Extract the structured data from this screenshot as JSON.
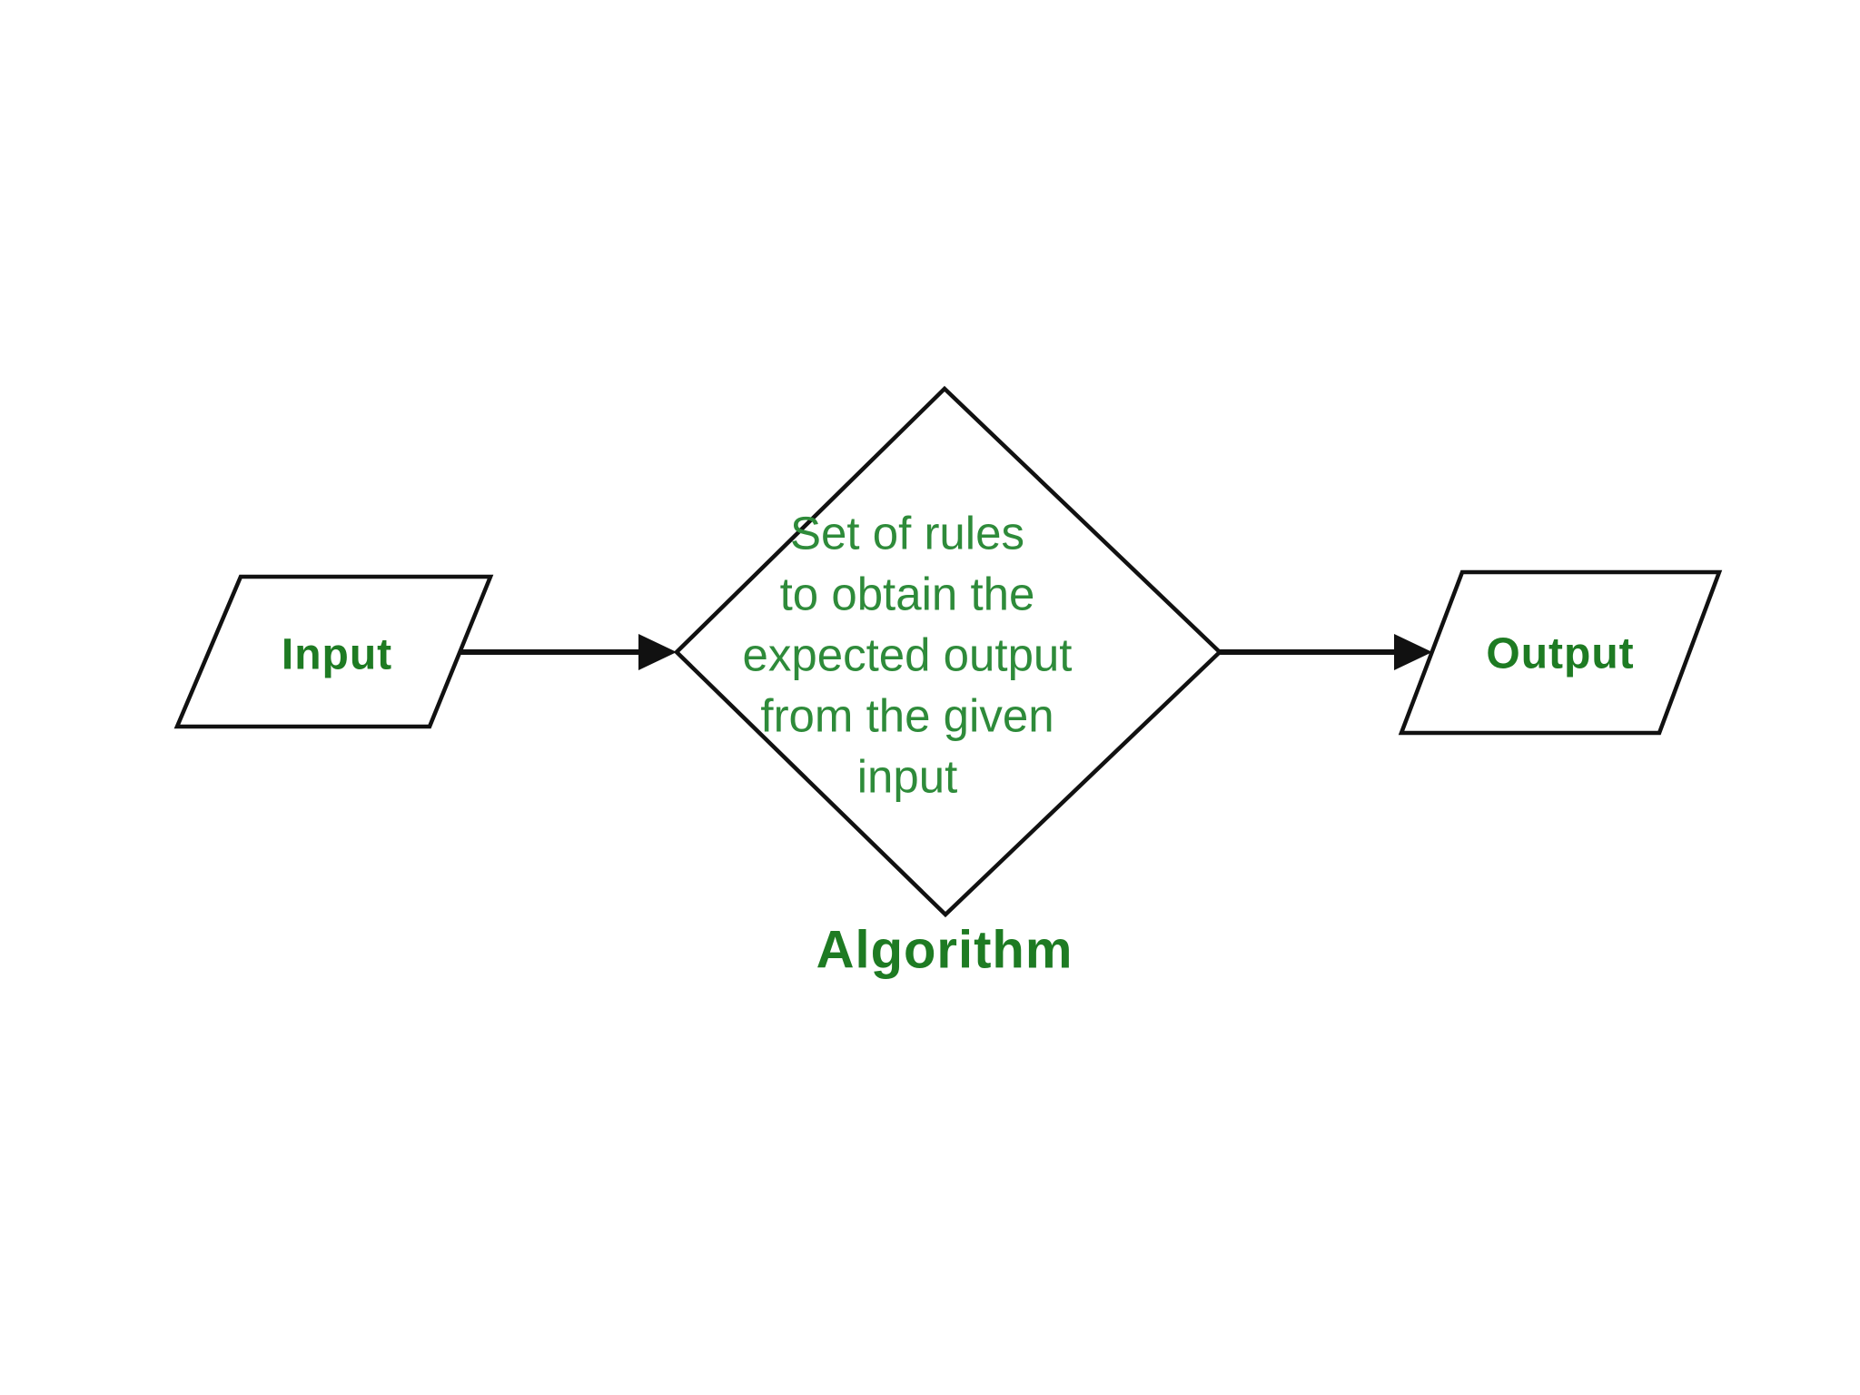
{
  "diagram": {
    "title": "Algorithm flow diagram",
    "colors": {
      "background": "#ffffff",
      "stroke": "#111111",
      "green_body": "#2e8b3a",
      "green_label": "#1e7b23"
    },
    "nodes": {
      "input": {
        "shape": "parallelogram",
        "label": "Input"
      },
      "algorithm": {
        "shape": "diamond",
        "body": "Set of rules\nto obtain the\nexpected output\nfrom the given\ninput",
        "caption": "Algorithm"
      },
      "output": {
        "shape": "parallelogram",
        "label": "Output"
      }
    },
    "edges": [
      {
        "from": "input",
        "to": "algorithm",
        "style": "arrow"
      },
      {
        "from": "algorithm",
        "to": "output",
        "style": "arrow"
      }
    ]
  }
}
